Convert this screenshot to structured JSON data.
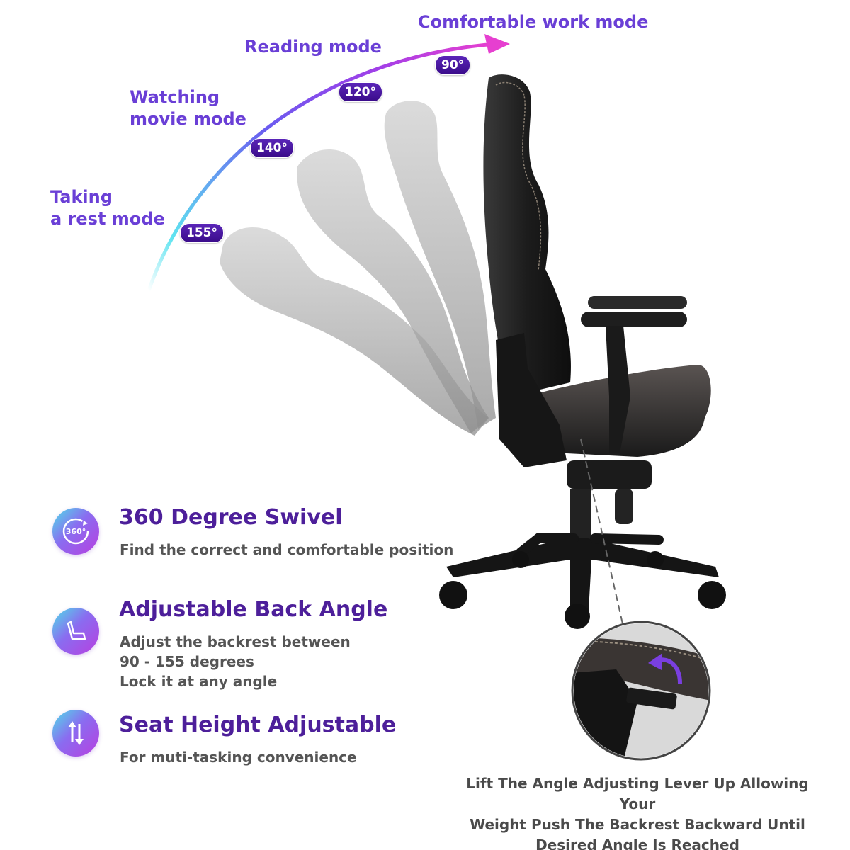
{
  "modes": [
    {
      "label": "Comfortable work mode",
      "angle": "90°"
    },
    {
      "label": "Reading mode",
      "angle": "120°"
    },
    {
      "label": "Watching\nmovie mode",
      "angle": "140°"
    },
    {
      "label": "Taking\na rest mode",
      "angle": "155°"
    }
  ],
  "features": [
    {
      "icon": "rotate-360-icon",
      "icon_text": "360°",
      "title": "360 Degree Swivel",
      "description": "Find the correct and comfortable position"
    },
    {
      "icon": "recline-seat-icon",
      "title": "Adjustable Back Angle",
      "description": "Adjust the backrest between\n90 - 155 degrees\nLock it at any angle"
    },
    {
      "icon": "up-down-arrows-icon",
      "title": "Seat Height Adjustable",
      "description": "For muti-tasking convenience"
    }
  ],
  "caption": "Lift The Angle Adjusting Lever Up Allowing Your\nWeight Push The Backrest Backward Until\nDesired Angle Is Reached",
  "colors": {
    "mode_label": "#6a3fd6",
    "degree_badge": "#4a1a9e",
    "feature_title": "#4d1f9a",
    "arc_start": "#5ee3f0",
    "arc_end": "#e63fd0"
  }
}
